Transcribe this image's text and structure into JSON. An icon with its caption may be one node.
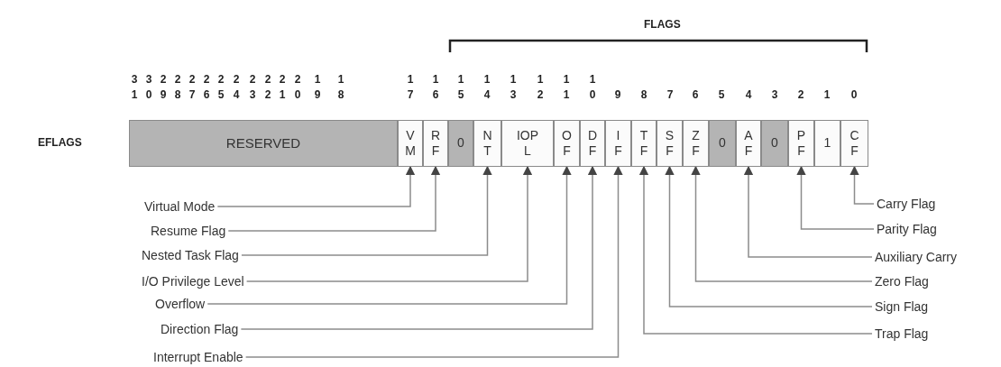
{
  "diagram": {
    "nodes": [
      {
        "text": [
          "RESERVED"
        ]
      },
      {
        "text": [
          "V M"
        ]
      },
      {
        "text": [
          "R F"
        ]
      },
      {
        "text": [
          "0"
        ]
      },
      {
        "text": [
          "N T"
        ]
      },
      {
        "text": [
          "IOP L"
        ]
      },
      {
        "text": [
          "O F"
        ]
      },
      {
        "text": [
          "D F"
        ]
      },
      {
        "text": [
          "I F"
        ]
      },
      {
        "text": [
          "T F"
        ]
      },
      {
        "text": [
          "S F"
        ]
      },
      {
        "text": [
          "Z F"
        ]
      },
      {
        "text": [
          "0"
        ]
      },
      {
        "text": [
          "A F"
        ]
      },
      {
        "text": [
          "0"
        ]
      },
      {
        "text": [
          "P F"
        ]
      },
      {
        "text": [
          "1"
        ]
      },
      {
        "text": [
          "C F"
        ]
      },
      {
        "text": [
          "Virtual Mode"
        ]
      },
      {
        "text": [
          "Resume Flag"
        ]
      },
      {
        "text": [
          "Nested Task Flag"
        ]
      },
      {
        "text": [
          "I/O Privilege Level"
        ]
      },
      {
        "text": [
          "Overflow"
        ]
      },
      {
        "text": [
          "Direction Flag"
        ]
      },
      {
        "text": [
          "Interrupt Enable"
        ]
      },
      {
        "text": [
          "Carry Flag"
        ]
      },
      {
        "text": [
          "Parity Flag"
        ]
      },
      {
        "text": [
          "Auxiliary Carry"
        ]
      },
      {
        "text": [
          "Zero Flag"
        ]
      },
      {
        "text": [
          "Sign Flag"
        ]
      },
      {
        "text": [
          "Trap Flag"
        ]
      }
    ],
    "edges": [
      {
        "from": 18,
        "to": 1,
        "arrow": "to"
      },
      {
        "from": 19,
        "to": 2,
        "arrow": "to"
      },
      {
        "from": 20,
        "to": 4,
        "arrow": "to"
      },
      {
        "from": 21,
        "to": 5,
        "arrow": "to"
      },
      {
        "from": 22,
        "to": 6,
        "arrow": "to"
      },
      {
        "from": 23,
        "to": 7,
        "arrow": "to"
      },
      {
        "from": 24,
        "to": 8,
        "arrow": "to"
      },
      {
        "from": 25,
        "to": 17,
        "arrow": "to"
      },
      {
        "from": 26,
        "to": 15,
        "arrow": "to"
      },
      {
        "from": 27,
        "to": 13,
        "arrow": "to"
      },
      {
        "from": 28,
        "to": 11,
        "arrow": "to"
      },
      {
        "from": 29,
        "to": 10,
        "arrow": "to"
      },
      {
        "from": 30,
        "to": 9,
        "arrow": "to"
      }
    ],
    "labels": [
      "FLAGS",
      "31",
      "30",
      "29",
      "28",
      "27",
      "26",
      "25",
      "24",
      "23",
      "22",
      "21",
      "20",
      "19",
      "18",
      "17",
      "16",
      "15",
      "14",
      "13",
      "12",
      "11",
      "10",
      "9",
      "8",
      "7",
      "6",
      "5",
      "4",
      "3",
      "2",
      "1",
      "0",
      "EFLAGS"
    ]
  }
}
